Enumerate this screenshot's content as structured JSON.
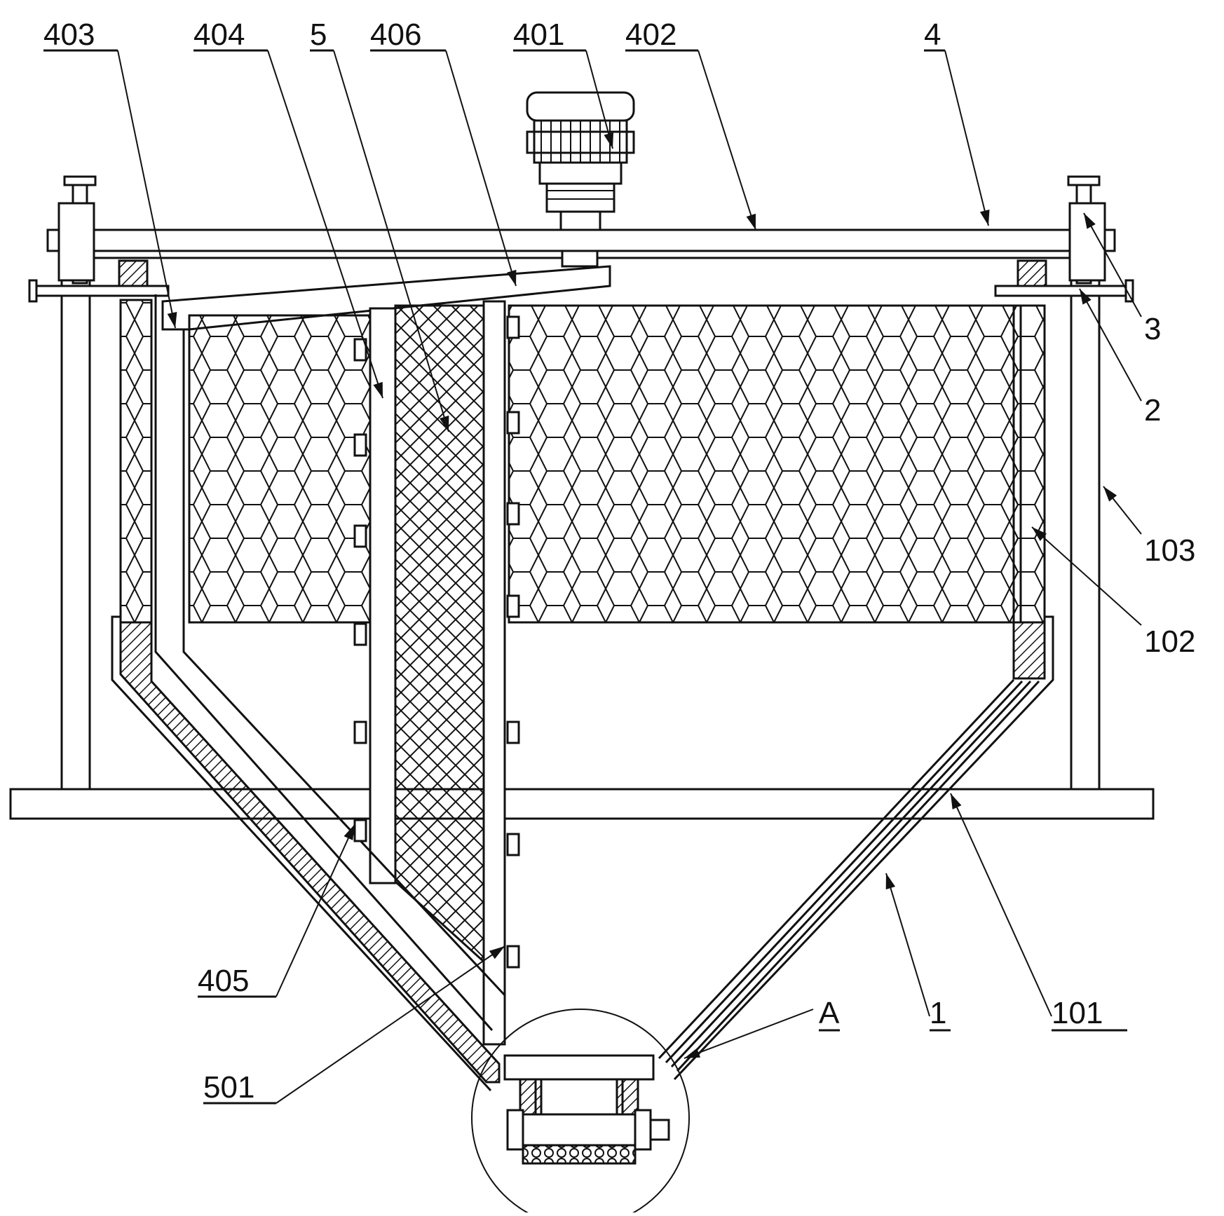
{
  "labels": [
    {
      "id": "403",
      "text": "403"
    },
    {
      "id": "404",
      "text": "404"
    },
    {
      "id": "5",
      "text": "5"
    },
    {
      "id": "406",
      "text": "406"
    },
    {
      "id": "401",
      "text": "401"
    },
    {
      "id": "402",
      "text": "402"
    },
    {
      "id": "4",
      "text": "4"
    },
    {
      "id": "3",
      "text": "3"
    },
    {
      "id": "2",
      "text": "2"
    },
    {
      "id": "103",
      "text": "103"
    },
    {
      "id": "102",
      "text": "102"
    },
    {
      "id": "101",
      "text": "101"
    },
    {
      "id": "1",
      "text": "1"
    },
    {
      "id": "A",
      "text": "A"
    },
    {
      "id": "501",
      "text": "501"
    },
    {
      "id": "405",
      "text": "405"
    }
  ],
  "colors": {
    "line": "#111111",
    "background": "#ffffff"
  }
}
